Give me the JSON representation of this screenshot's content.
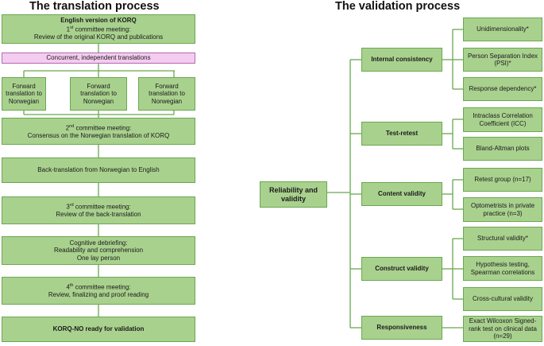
{
  "titles": {
    "translation": "The translation process",
    "validation": "The validation process"
  },
  "translation": {
    "english": "English version of KORQ",
    "meeting1": {
      "num": "1",
      "sup": "st",
      "rest": " committee meeting:",
      "line2": "Review of the original KORQ and publications"
    },
    "concurrent": "Concurrent, independent translations",
    "forward": [
      "Forward translation to Norwegian",
      "Forward translation to Norwegian",
      "Forward translation to Norwegian"
    ],
    "meeting2": {
      "num": "2",
      "sup": "nd",
      "rest": " committee meeting:",
      "line2": "Consensus on the Norwegian translation of KORQ"
    },
    "back": "Back-translation from Norwegian to English",
    "meeting3": {
      "num": "3",
      "sup": "rd",
      "rest": " committee meeting:",
      "line2": "Review of the back-translation"
    },
    "cognitive": {
      "line1": "Cognitive debriefing:",
      "line2": "Readability and comprehension",
      "line3": "One lay person"
    },
    "meeting4": {
      "num": "4",
      "sup": "th",
      "rest": " committee meeting:",
      "line2": "Review, finalizing and proof reading"
    },
    "final": "KORQ-NO ready for validation"
  },
  "validation": {
    "root": "Reliability and validity",
    "groups": [
      {
        "label": "Internal consistency",
        "items": [
          "Unidimensionality*",
          "Person Separation Index (PSI)*",
          "Response dependency*"
        ]
      },
      {
        "label": "Test-retest",
        "items": [
          "Intraclass Correlation Coefficient (ICC)",
          "Bland-Altman plots"
        ]
      },
      {
        "label": "Content validity",
        "items": [
          "Retest group (n=17)",
          "Optometrists in private practice (n=3)"
        ]
      },
      {
        "label": "Construct validity",
        "items": [
          "Structural validity*",
          "Hypothesis testing, Spearman correlations",
          "Cross-cultural validity"
        ]
      },
      {
        "label": "Responsiveness",
        "items": [
          "Exact Wilcoxon Signed-rank test on clinical data (n=29)"
        ]
      }
    ]
  },
  "colors": {
    "box_fill": "#a9d18e",
    "box_border": "#6aa84f",
    "pink_fill": "#f4ccf0",
    "pink_border": "#b469b0"
  }
}
